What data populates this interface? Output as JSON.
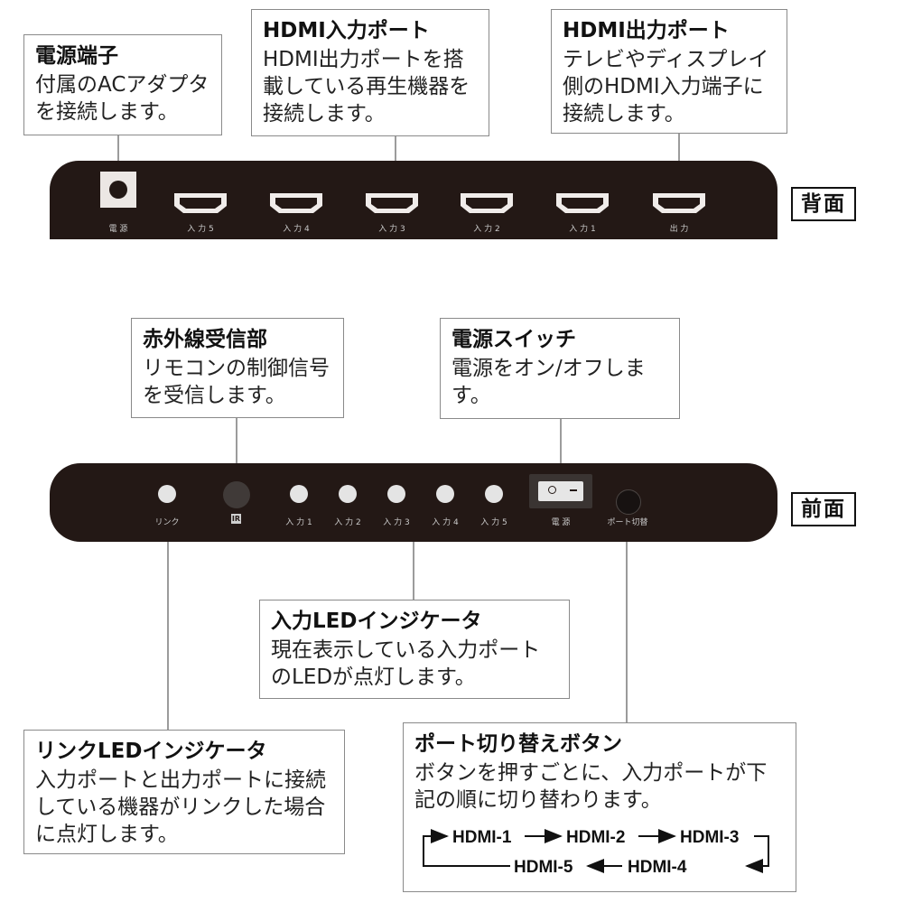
{
  "back_panel": {
    "tag": "背面",
    "power_terminal": {
      "title": "電源端子",
      "body": "付属のACアダプタを接続します。"
    },
    "hdmi_inputs": {
      "title": "HDMI入力ポート",
      "body": "HDMI出力ポートを搭載している再生機器を接続します。"
    },
    "hdmi_output": {
      "title": "HDMI出力ポート",
      "body": "テレビやディスプレイ側のHDMI入力端子に接続します。"
    },
    "labels": {
      "power": "電 源",
      "in5": "入 力 5",
      "in4": "入 力 4",
      "in3": "入 力 3",
      "in2": "入 力 2",
      "in1": "入 力 1",
      "out": "出 力"
    }
  },
  "front_panel": {
    "tag": "前面",
    "ir_receiver": {
      "title": "赤外線受信部",
      "body": "リモコンの制御信号を受信します。",
      "badge": "IR"
    },
    "power_switch": {
      "title": "電源スイッチ",
      "body": "電源をオン/オフします。"
    },
    "input_led": {
      "title": "入力LEDインジケータ",
      "body": "現在表示している入力ポートのLEDが点灯します。"
    },
    "link_led": {
      "title": "リンクLEDインジケータ",
      "body": "入力ポートと出力ポートに接続している機器がリンクした場合に点灯します。"
    },
    "port_switch_button": {
      "title": "ポート切り替えボタン",
      "body": "ボタンを押すごとに、入力ポートが下記の順に切り替わります。",
      "sequence": [
        "HDMI-1",
        "HDMI-2",
        "HDMI-3",
        "HDMI-4",
        "HDMI-5"
      ]
    },
    "labels": {
      "link": "リンク",
      "in1": "入 力 1",
      "in2": "入 力 2",
      "in3": "入 力 3",
      "in4": "入 力 4",
      "in5": "入 力 5",
      "power": "電 源",
      "port_switch": "ポート切替"
    }
  },
  "colors": {
    "device_body": "#231815",
    "callout_border": "#8a8a8a",
    "led": "#e4e4e4",
    "ink": "#111111"
  }
}
